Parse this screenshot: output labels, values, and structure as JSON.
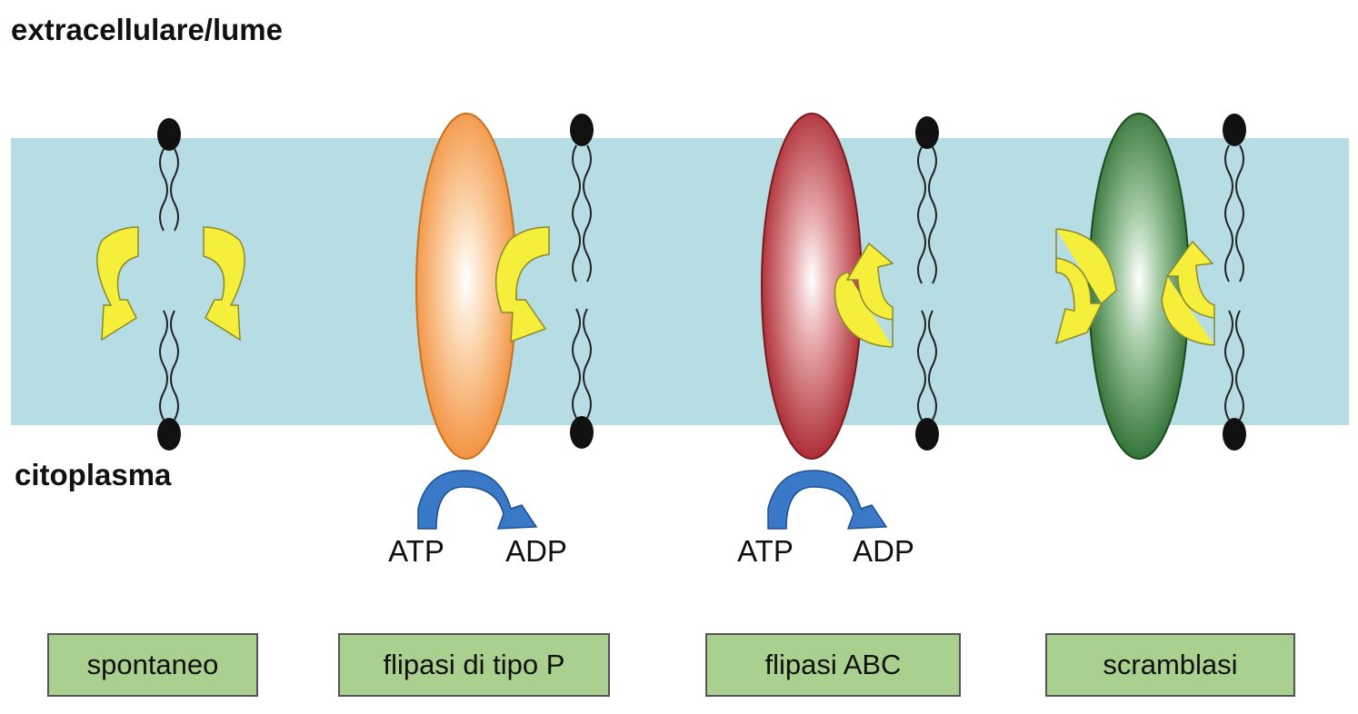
{
  "labels": {
    "extracellular": "extracellulare/lume",
    "cytoplasm": "citoplasma"
  },
  "colors": {
    "membrane": "#b5dde3",
    "flippase_p": "#f49a4a",
    "flippase_abc": "#b22f37",
    "scramblase": "#2f7a35",
    "arrow_yellow": "#f5ef3c",
    "arrow_blue": "#3a78c8",
    "box_fill": "#a9d08e"
  },
  "mechanisms": [
    {
      "name": "spontaneo",
      "energy": null
    },
    {
      "name": "flipasi di tipo P",
      "energy": {
        "from": "ATP",
        "to": "ADP"
      }
    },
    {
      "name": "flipasi ABC",
      "energy": {
        "from": "ATP",
        "to": "ADP"
      }
    },
    {
      "name": "scramblasi",
      "energy": null
    }
  ]
}
